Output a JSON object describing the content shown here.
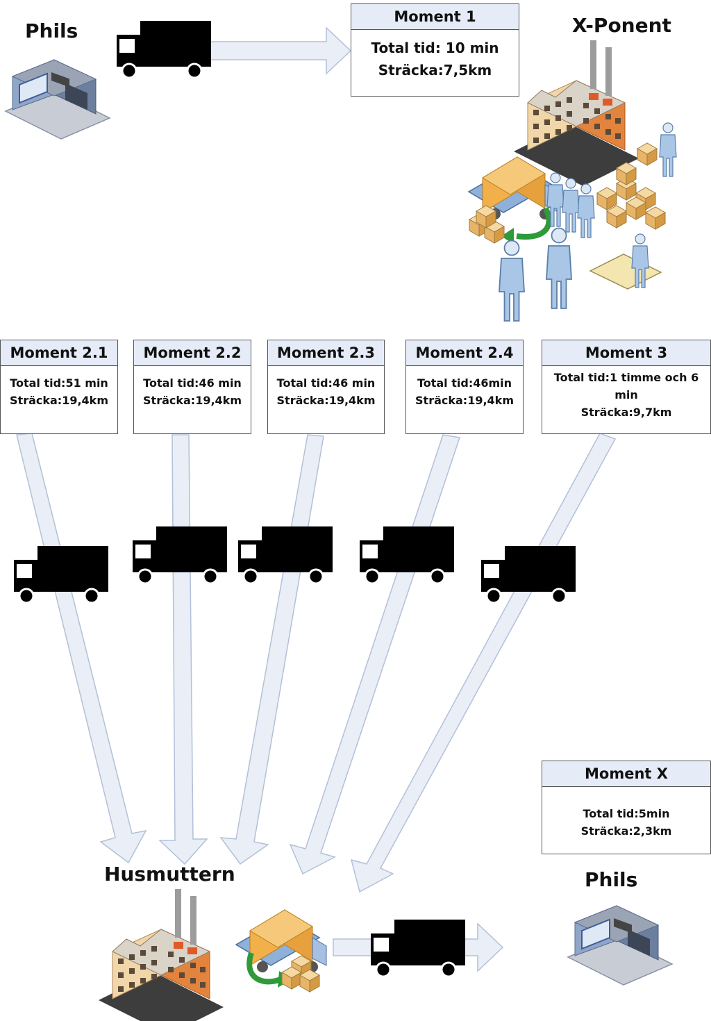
{
  "locations": {
    "phils_top": "Phils",
    "xponent": "X-Ponent",
    "husmuttern": "Husmuttern",
    "phils_bottom": "Phils"
  },
  "moments": [
    {
      "id": "m1",
      "title": "Moment 1",
      "lines": [
        "Total tid: 10 min",
        "Sträcka:7,5km"
      ]
    },
    {
      "id": "m21",
      "title": "Moment 2.1",
      "lines": [
        "Total tid:51 min",
        "Sträcka:19,4km"
      ]
    },
    {
      "id": "m22",
      "title": "Moment 2.2",
      "lines": [
        "Total tid:46 min",
        "Sträcka:19,4km"
      ]
    },
    {
      "id": "m23",
      "title": "Moment 2.3",
      "lines": [
        "Total tid:46 min",
        "Sträcka:19,4km"
      ]
    },
    {
      "id": "m24",
      "title": "Moment 2.4",
      "lines": [
        "Total tid:46min",
        "Sträcka:19,4km"
      ]
    },
    {
      "id": "m3",
      "title": "Moment 3",
      "lines": [
        "Total tid:1 timme och 6",
        "min",
        "Sträcka:9,7km"
      ]
    },
    {
      "id": "mx",
      "title": "Moment X",
      "lines": [
        "Total tid:5min",
        "Sträcka:2,3km"
      ]
    }
  ],
  "colors": {
    "arrow_fill": "#e9eef7",
    "arrow_stroke": "#b3c0d8",
    "header_fill": "#e6ecf7",
    "truck": "#000000"
  },
  "icons": [
    "truck-icon",
    "warehouse-icon",
    "factory-icon",
    "delivery-van-icon",
    "boxes-icon",
    "workers-icon"
  ]
}
